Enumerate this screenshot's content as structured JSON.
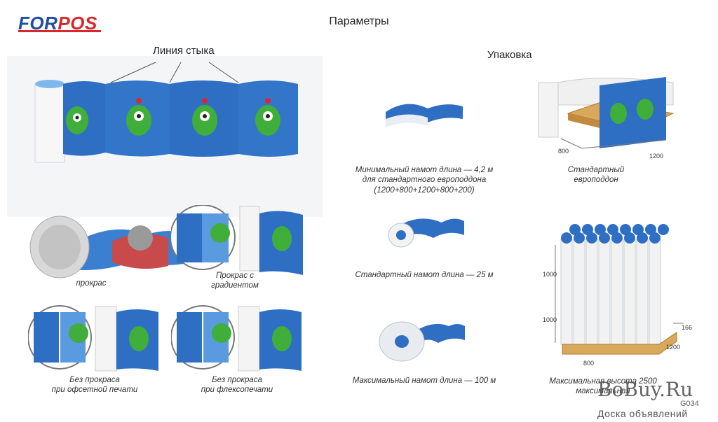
{
  "logo": {
    "part1": "FOR",
    "part2": "POS"
  },
  "title": "Параметры",
  "joint_line_label": "Линия стыка",
  "packaging_label": "Упаковка",
  "captions": {
    "painted": "прокрас",
    "gradient_line1": "Прокрас с",
    "gradient_line2": "градиентом",
    "no_paint_offset_line1": "Без прокраса",
    "no_paint_offset_line2": "при офсетной печати",
    "no_paint_flexo_line1": "Без прокраса",
    "no_paint_flexo_line2": "при флексопечати",
    "min_roll_line1": "Минимальный намот длина — 4,2 м",
    "min_roll_line2": "для стандартного европоддона",
    "min_roll_line3": "(1200+800+1200+800+200)",
    "std_roll": "Стандартный намот длина — 25 м",
    "max_roll": "Максимальный намот длина — 100 м",
    "euro_pallet_line1": "Стандартный",
    "euro_pallet_line2": "европоддон",
    "max_height_line1": "Максимальная высота 2500",
    "max_height_line2": "максимальная"
  },
  "dimensions": {
    "pallet1_a": "800",
    "pallet1_b": "1200",
    "pallet2_h1": "1000",
    "pallet2_h2": "1000",
    "pallet2_top": "166",
    "pallet2_a": "800",
    "pallet2_b": "1200"
  },
  "watermark": {
    "brand": "BoBuy.Ru",
    "code": "G034",
    "sub": "Доска объявлений"
  },
  "colors": {
    "blue": "#2e6fc4",
    "dark_blue": "#1f4f9c",
    "red": "#d9272e",
    "monster_green": "#3fae3a"
  }
}
